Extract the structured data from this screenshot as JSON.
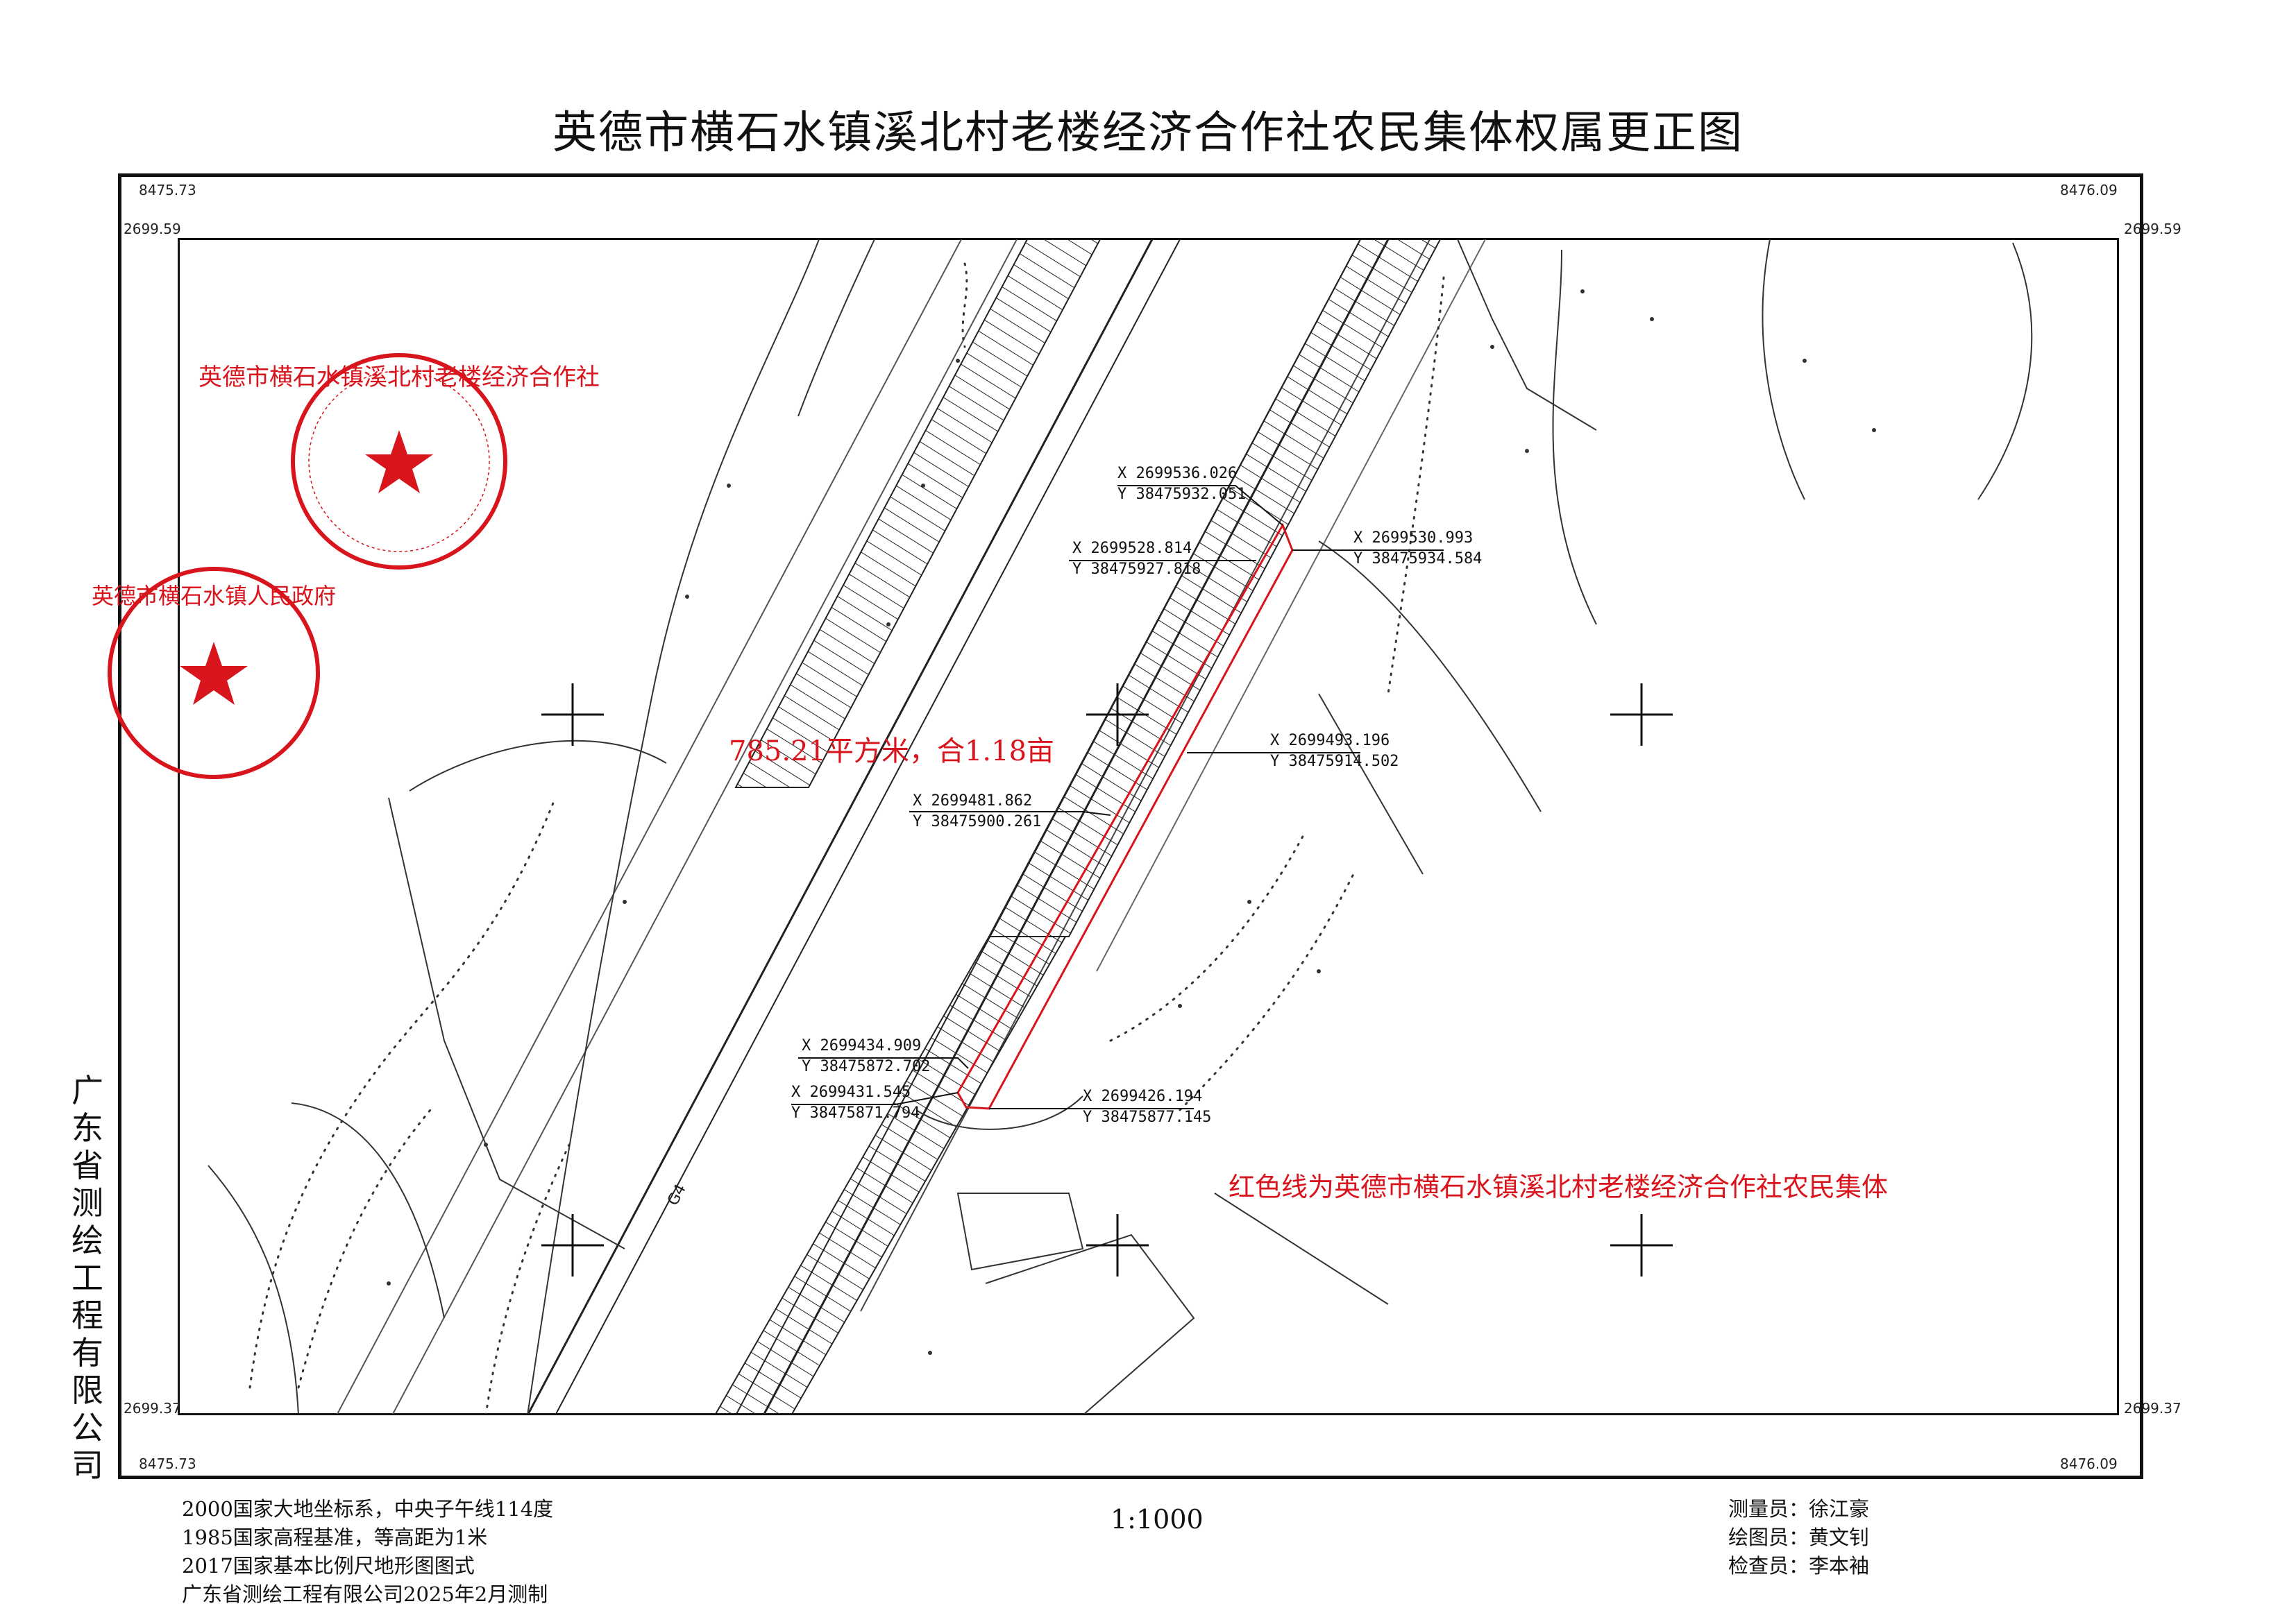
{
  "title": "英德市横石水镇溪北村老楼经济合作社农民集体权属更正图",
  "frame": {
    "top_left_x": "8475.73",
    "top_right_x": "8476.09",
    "bottom_left_x": "8475.73",
    "bottom_right_x": "8476.09",
    "left_top_y": "2699.59",
    "right_top_y": "2699.59",
    "left_bottom_y": "2699.37",
    "right_bottom_y": "2699.37"
  },
  "company_vertical": "广东省测绘工程有限公司",
  "area_label": "785.21平方米，合1.18亩",
  "legend_note": "红色线为英德市横石水镇溪北村老楼经济合作社农民集体",
  "coordinates": [
    {
      "x": "X 2699536.026",
      "y": "Y 38475932.051"
    },
    {
      "x": "X 2699530.993",
      "y": "Y 38475934.584"
    },
    {
      "x": "X 2699528.814",
      "y": "Y 38475927.818"
    },
    {
      "x": "X 2699493.196",
      "y": "Y 38475914.502"
    },
    {
      "x": "X 2699481.862",
      "y": "Y 38475900.261"
    },
    {
      "x": "X 2699434.909",
      "y": "Y 38475872.702"
    },
    {
      "x": "X 2699431.545",
      "y": "Y 38475871.794"
    },
    {
      "x": "X 2699426.194",
      "y": "Y 38475877.145"
    }
  ],
  "road_label": "G4",
  "notes": [
    "2000国家大地坐标系，中央子午线114度",
    "1985国家高程基准，等高距为1米",
    "2017国家基本比例尺地形图图式",
    "广东省测绘工程有限公司2025年2月测制"
  ],
  "scale": "1:1000",
  "staff": [
    "测量员：徐江豪",
    "绘图员：黄文钊",
    "检查员：李本袖"
  ],
  "colors": {
    "boundary": "#d8141c",
    "stamp": "#d8141c",
    "ink": "#111111"
  }
}
